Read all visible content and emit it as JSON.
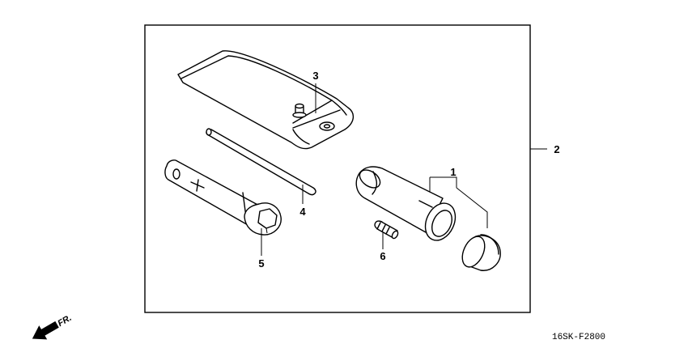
{
  "callouts": [
    {
      "id": "1",
      "label": "1"
    },
    {
      "id": "2",
      "label": "2"
    },
    {
      "id": "3",
      "label": "3"
    },
    {
      "id": "4",
      "label": "4"
    },
    {
      "id": "5",
      "label": "5"
    },
    {
      "id": "6",
      "label": "6"
    }
  ],
  "diagram_code": "16SK-F2800",
  "direction_label": "FR."
}
